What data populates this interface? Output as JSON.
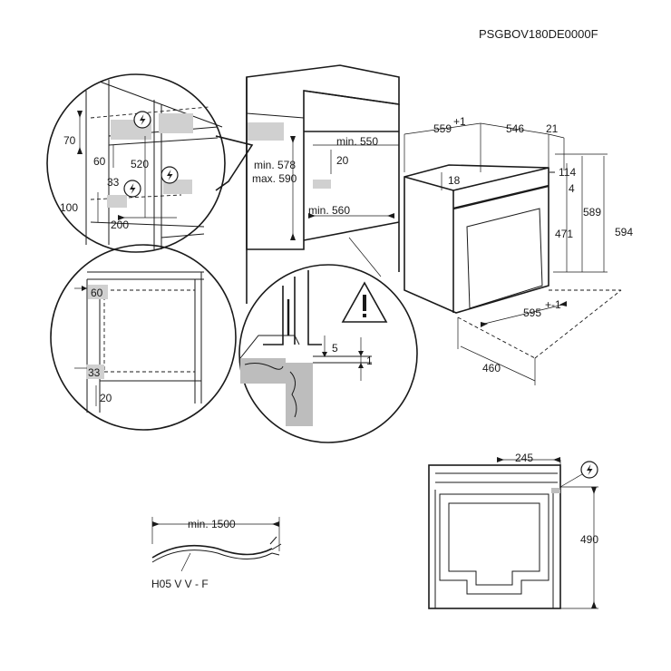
{
  "model_code": "PSGBOV180DE0000F",
  "detail_top_left": {
    "labels": {
      "d70": "70",
      "d60": "60",
      "d520": "520",
      "d33": "33",
      "d100": "100",
      "d200": "200"
    }
  },
  "cabinet_front": {
    "labels": {
      "min550": "min. 550",
      "d20": "20",
      "min578": "min. 578",
      "max590": "max. 590",
      "min560": "min. 560"
    }
  },
  "oven_dimensions": {
    "labels": {
      "d559": "559",
      "d559_tol": "+1",
      "d546": "546",
      "d21": "21",
      "d18": "18",
      "d114": "114",
      "d4": "4",
      "d589": "589",
      "d594": "594",
      "d471": "471",
      "d595": "595",
      "d595_tol": "+-1",
      "d460": "460"
    }
  },
  "detail_bottom_left": {
    "labels": {
      "d60": "60",
      "d33": "33",
      "d20": "20"
    }
  },
  "detail_clearance": {
    "labels": {
      "d5": "5",
      "d1": "1"
    }
  },
  "cable": {
    "length_label": "min. 1500",
    "type_label": "H05 V V - F"
  },
  "rear_view": {
    "labels": {
      "d245": "245",
      "d490": "490"
    }
  },
  "icons": [
    "electric-hazard-icon",
    "warning-triangle-icon"
  ]
}
